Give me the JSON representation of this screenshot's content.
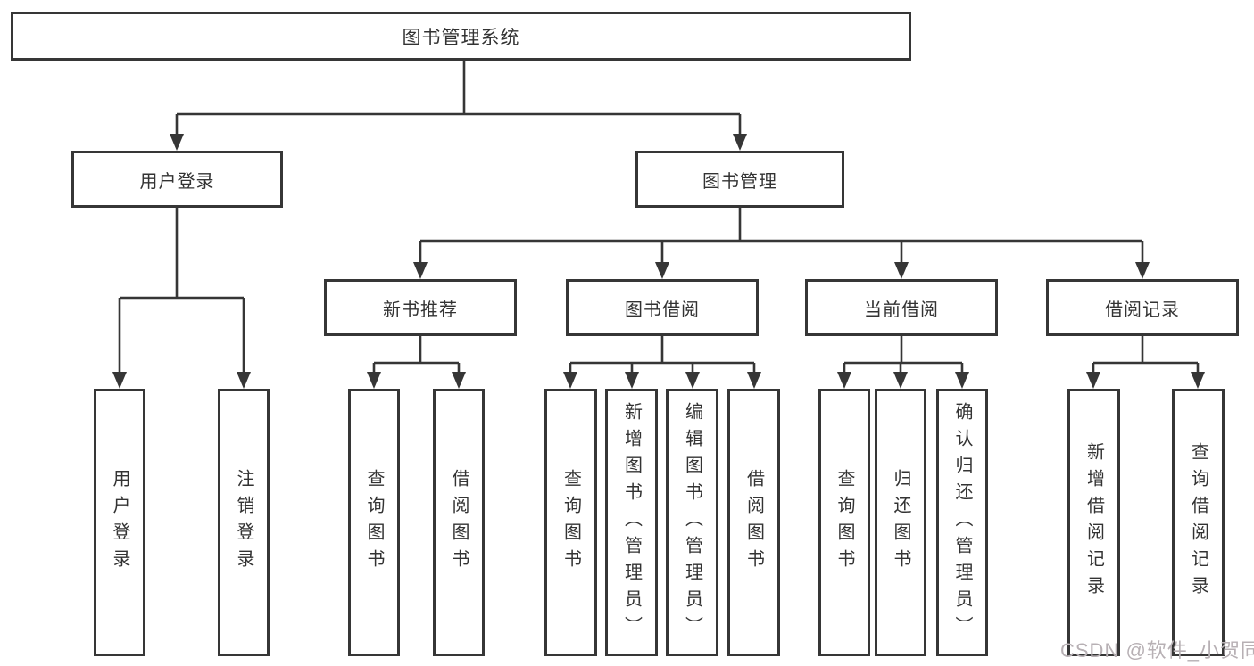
{
  "tree": {
    "label": "图书管理系统",
    "children": [
      {
        "label": "用户登录",
        "children": [
          {
            "label": "用户登录"
          },
          {
            "label": "注销登录"
          }
        ]
      },
      {
        "label": "图书管理",
        "children": [
          {
            "label": "新书推荐",
            "children": [
              {
                "label": "查询图书"
              },
              {
                "label": "借阅图书"
              }
            ]
          },
          {
            "label": "图书借阅",
            "children": [
              {
                "label": "查询图书"
              },
              {
                "label": "新增图书（管理员）"
              },
              {
                "label": "编辑图书（管理员）"
              },
              {
                "label": "借阅图书"
              }
            ]
          },
          {
            "label": "当前借阅",
            "children": [
              {
                "label": "查询图书"
              },
              {
                "label": "归还图书"
              },
              {
                "label": "确认归还（管理员）"
              }
            ]
          },
          {
            "label": "借阅记录",
            "children": [
              {
                "label": "新增借阅记录"
              },
              {
                "label": "查询借阅记录"
              }
            ]
          }
        ]
      }
    ]
  },
  "watermark": {
    "text": "CSDN @软件_小贺同学"
  },
  "colors": {
    "line": "#363636",
    "text": "#333333",
    "background": "#ffffff",
    "watermark": "#b7b0b4"
  }
}
